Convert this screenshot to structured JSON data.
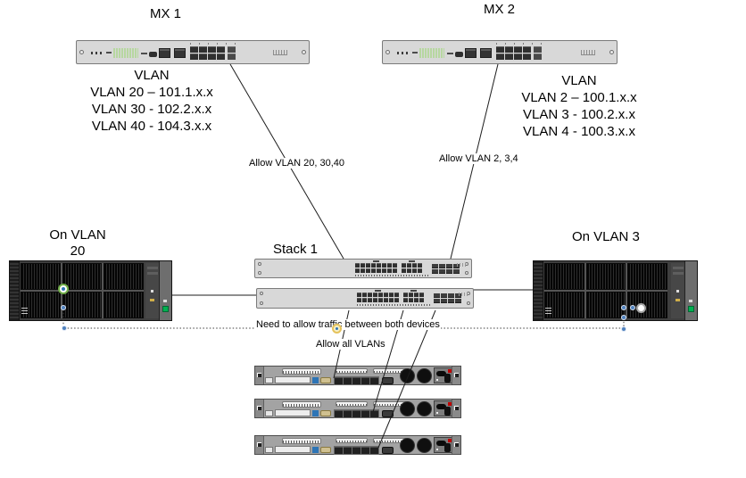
{
  "mx1": {
    "title": "MX 1",
    "vlan_header": "VLAN",
    "vlans": [
      "VLAN 20 – 101.1.x.x",
      "VLAN 30 - 102.2.x.x",
      "VLAN 40 - 104.3.x.x"
    ]
  },
  "mx2": {
    "title": "MX 2",
    "vlan_header": "VLAN",
    "vlans": [
      "VLAN 2 – 100.1.x.x",
      "VLAN 3 - 100.2.x.x",
      "VLAN 4 - 100.3.x.x"
    ]
  },
  "stack": {
    "title": "Stack 1"
  },
  "servers": {
    "left_title_line1": "On VLAN",
    "left_title_line2": "20",
    "right_title": "On VLAN 3"
  },
  "connections": {
    "mx1_link_label": "Allow VLAN 20, 30,40",
    "mx2_link_label": "Allow VLAN 2, 3,4",
    "server_note": "Need to allow traffic between both devices",
    "downlink_label": "Allow all VLANs"
  },
  "colors": {
    "chassis_gray": "#d8d8d8",
    "chassis_border": "#7a7a7a",
    "led_green": "#b7d7a0",
    "server_body": "#3f3f3f",
    "power_button_green": "#00b050",
    "usb_blue": "#2e75b6",
    "psu_red": "#c00000",
    "handle_blue": "#4f81bd",
    "connection_point_green": "#70ad47",
    "handle_yellow": "#e6c35c",
    "wire_black": "#1c1c1c"
  }
}
